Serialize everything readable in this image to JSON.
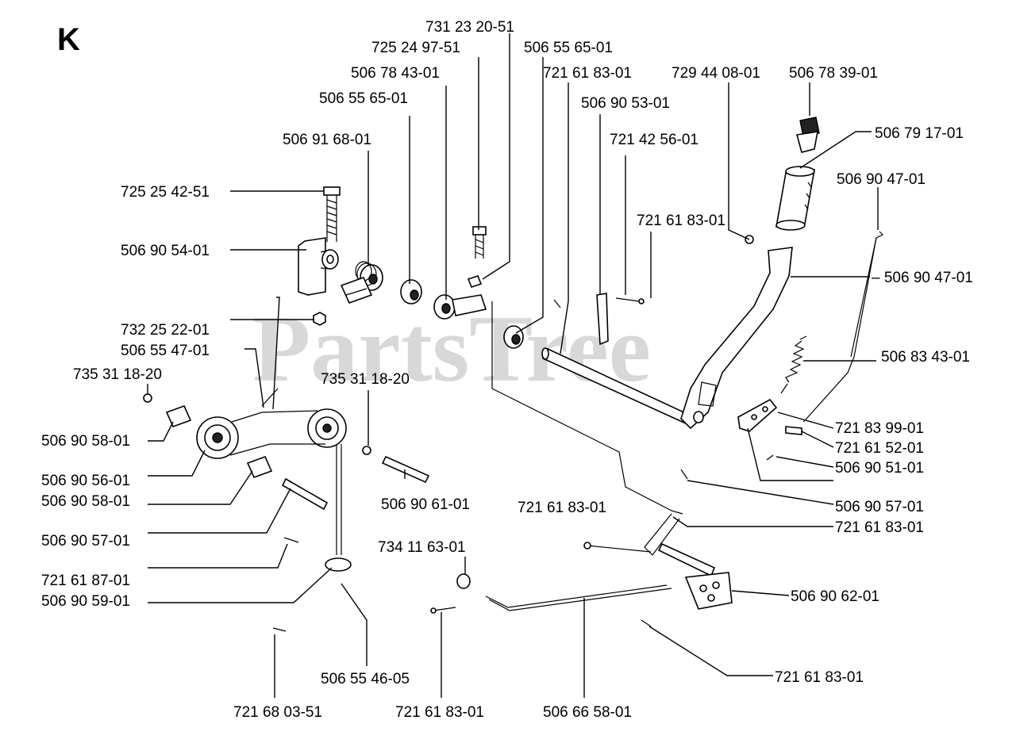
{
  "section": {
    "letter": "K"
  },
  "watermark": {
    "text": "PartsTree",
    "color": "#d8d8d8"
  },
  "labels": [
    "731 23 20-51",
    "725 24 97-51",
    "506 55 65-01",
    "506 78 43-01",
    "721 61 83-01",
    "729 44 08-01",
    "506 78 39-01",
    "506 55 65-01",
    "506 90 53-01",
    "506 79 17-01",
    "506 91 68-01",
    "721 42 56-01",
    "725 25 42-51",
    "506 90 47-01",
    "721 61 83-01",
    "506 90 54-01",
    "– 506 90 47-01",
    "732 25 22-01",
    "506 55 47-01",
    "506 83 43-01",
    "735 31 18-20",
    "735 31 18-20",
    "721 83 99-01",
    "506 90 58-01",
    "721 61 52-01",
    "506 90 51-01",
    "506 90 56-01",
    "506 90 58-01",
    "506 90 57-01",
    "721 61 83-01",
    "721 61 83-01",
    "506 90 61-01",
    "506 90 57-01",
    "734 11 63-01",
    "721 61 87-01",
    "506 90 62-01",
    "506 90 59-01",
    "721 61 83-01",
    "506 55 46-05",
    "721 68 03-51",
    "721 61 83-01",
    "506 66 58-01"
  ]
}
